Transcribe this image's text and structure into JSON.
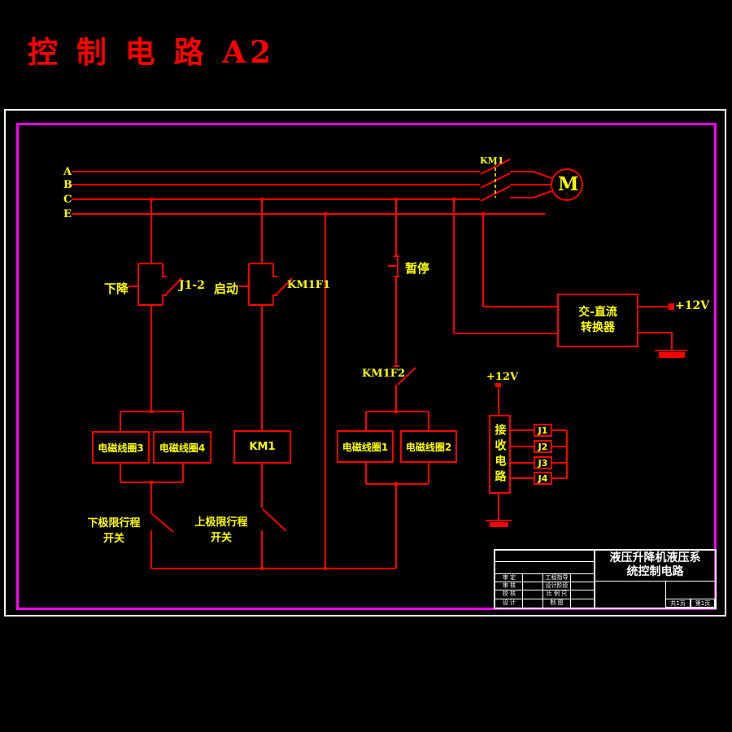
{
  "page": {
    "title": "控 制 电 路 A2"
  },
  "colors": {
    "background": "#000000",
    "circuit_line": "#ff0000",
    "component_label": "#ffff00",
    "outer_frame": "#ffffff",
    "inner_frame": "#ff00ff"
  },
  "bus": {
    "labels": [
      "A",
      "B",
      "C",
      "E"
    ]
  },
  "components": {
    "km1_contactor": "KM1",
    "motor": "M",
    "descend_button": {
      "label": "下降",
      "contact": "J1-2"
    },
    "start_button": {
      "label": "启动",
      "contact": "KM1F1"
    },
    "pause_button": {
      "label": "暂停"
    },
    "km1f2_contact": "KM1F2",
    "coil3": "电磁线圈3",
    "coil4": "电磁线圈4",
    "km1_coil": "KM1",
    "coil1": "电磁线圈1",
    "coil2": "电磁线圈2",
    "converter": {
      "line1": "交-直流",
      "line2": "转换器",
      "output": "+12V"
    },
    "receiver": {
      "supply": "+12V",
      "label": "接收电路",
      "connectors": [
        "J1",
        "J2",
        "J3",
        "J4"
      ]
    },
    "lower_limit_switch": {
      "line1": "下极限行程",
      "line2": "开关"
    },
    "upper_limit_switch": {
      "line1": "上极限行程",
      "line2": "开关"
    }
  },
  "title_block": {
    "title_line1": "液压升降机液压系",
    "title_line2": "统控制电路",
    "rows": [
      {
        "c1": "审 定",
        "c2": "工程指导"
      },
      {
        "c1": "审 核",
        "c2": "设计阶段"
      },
      {
        "c1": "校 核",
        "c2": "比 例 尺"
      },
      {
        "c1": "设 计",
        "c2": "制 图"
      }
    ],
    "page_total": "共1页",
    "page_num": "第1页"
  }
}
